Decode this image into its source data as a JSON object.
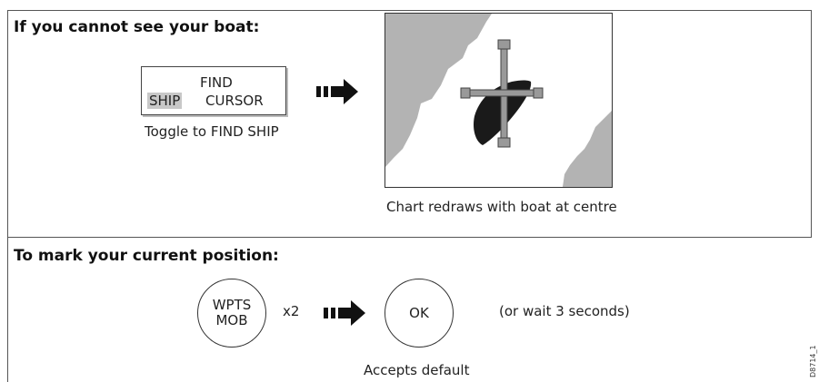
{
  "section1": {
    "heading": "If you cannot see your boat:",
    "softkey": {
      "top": "FIND",
      "left": "SHIP",
      "right": "CURSOR"
    },
    "softkey_caption": "Toggle to FIND SHIP",
    "chart_caption": "Chart redraws with boat at centre"
  },
  "section2": {
    "heading": "To mark your current position:",
    "wpts_button": {
      "line1": "WPTS",
      "line2": "MOB"
    },
    "multiplier": "x2",
    "ok_button": "OK",
    "wait_note": "(or wait 3 seconds)",
    "ok_caption": "Accepts default"
  },
  "reference": "D8714_1",
  "colors": {
    "land": "#b3b3b3",
    "boat": "#1a1a1a",
    "cursor": "#999999",
    "highlight": "#c8c8c8"
  }
}
